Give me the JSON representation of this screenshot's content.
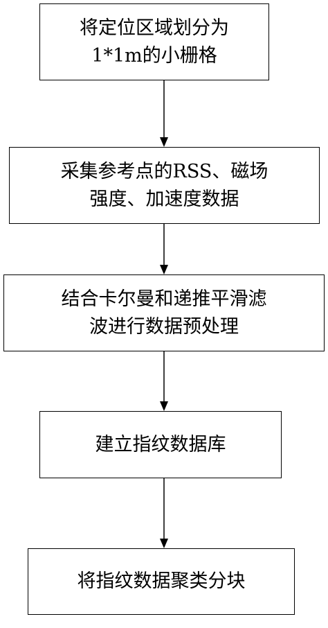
{
  "steps": [
    {
      "lines": [
        "将定位区域划分为",
        "1*1m的小栅格"
      ]
    },
    {
      "lines": [
        "采集参考点的RSS、磁场",
        "强度、加速度数据"
      ]
    },
    {
      "lines": [
        "结合卡尔曼和递推平滑滤",
        "波进行数据预处理"
      ]
    },
    {
      "lines": [
        "建立指纹数据库"
      ]
    },
    {
      "lines": [
        "将指纹数据聚类分块"
      ]
    }
  ],
  "colors": {
    "stroke": "#000000",
    "background": "#ffffff"
  }
}
